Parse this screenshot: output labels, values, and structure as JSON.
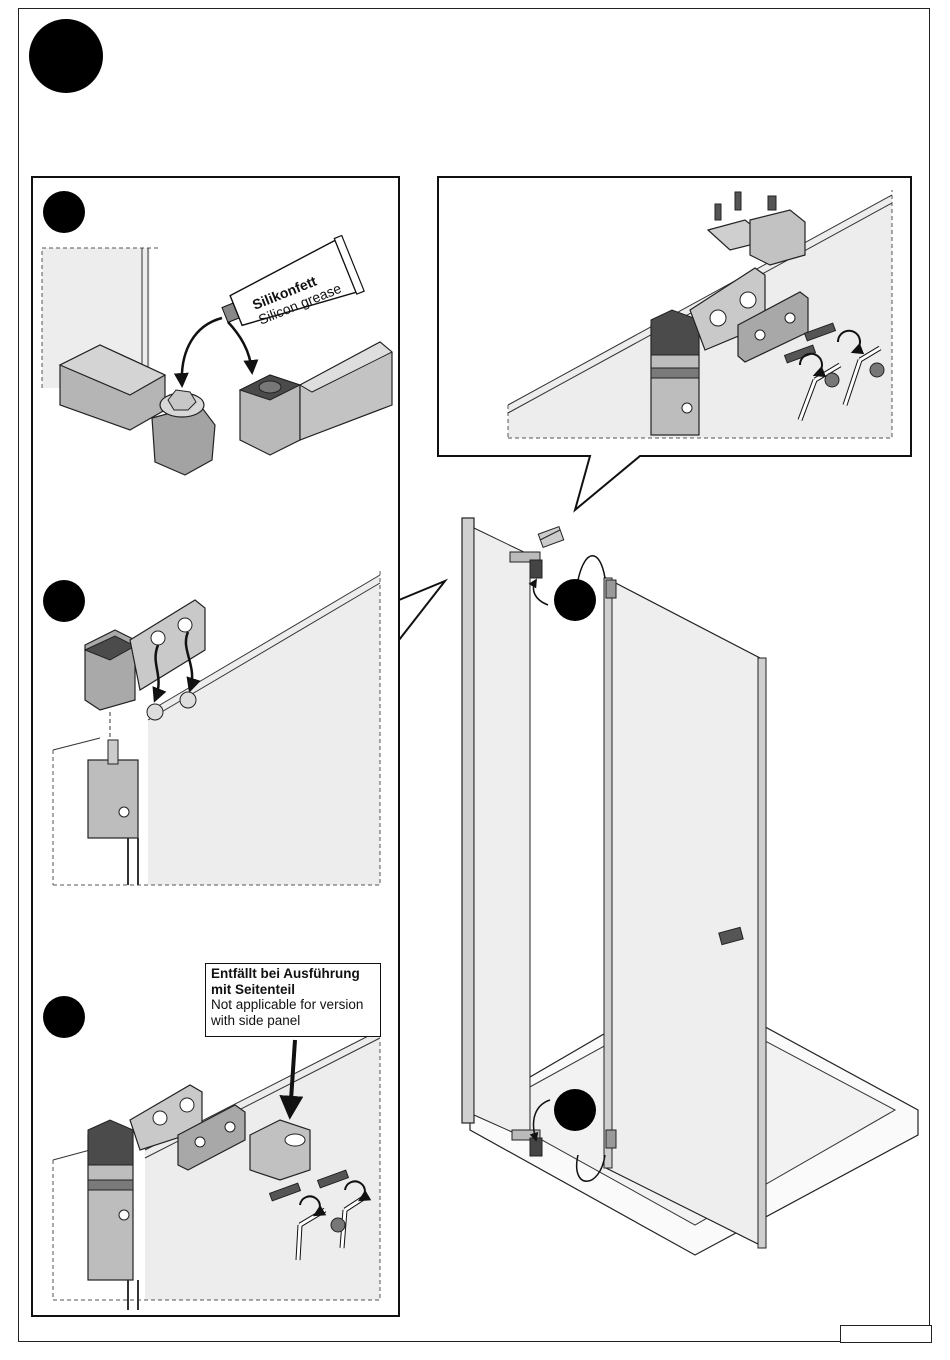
{
  "tube": {
    "de": "Silikonfett",
    "en": "Silicon grease"
  },
  "note": {
    "de_line1": "Entfällt bei Ausführung",
    "de_line2": "mit Seitenteil",
    "en_line1": "Not applicable for version",
    "en_line2": "with side panel"
  },
  "colors": {
    "line": "#1a1a1a",
    "glass": "#eeeeee",
    "metal_light": "#cfcfcf",
    "metal_mid": "#a9a9a9",
    "metal_dark": "#6d6d6d",
    "step_marker": "#000000"
  }
}
